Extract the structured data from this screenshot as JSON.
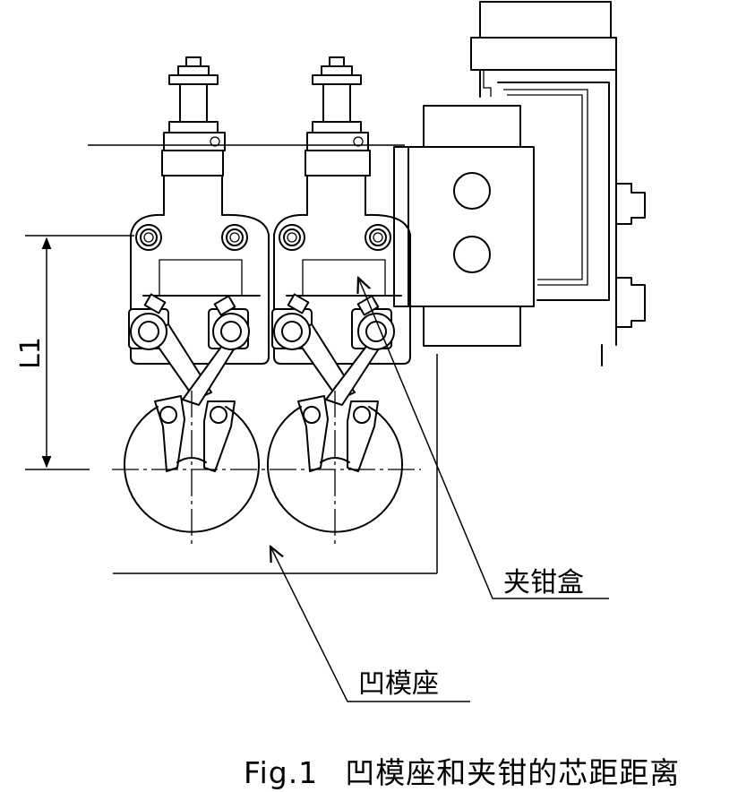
{
  "labels": {
    "dimension": "L1",
    "clamp_box": "夹钳盒",
    "die_seat": "凹模座"
  },
  "caption": {
    "figure_number": "Fig.1",
    "title": "凹模座和夹钳的芯距距离"
  }
}
